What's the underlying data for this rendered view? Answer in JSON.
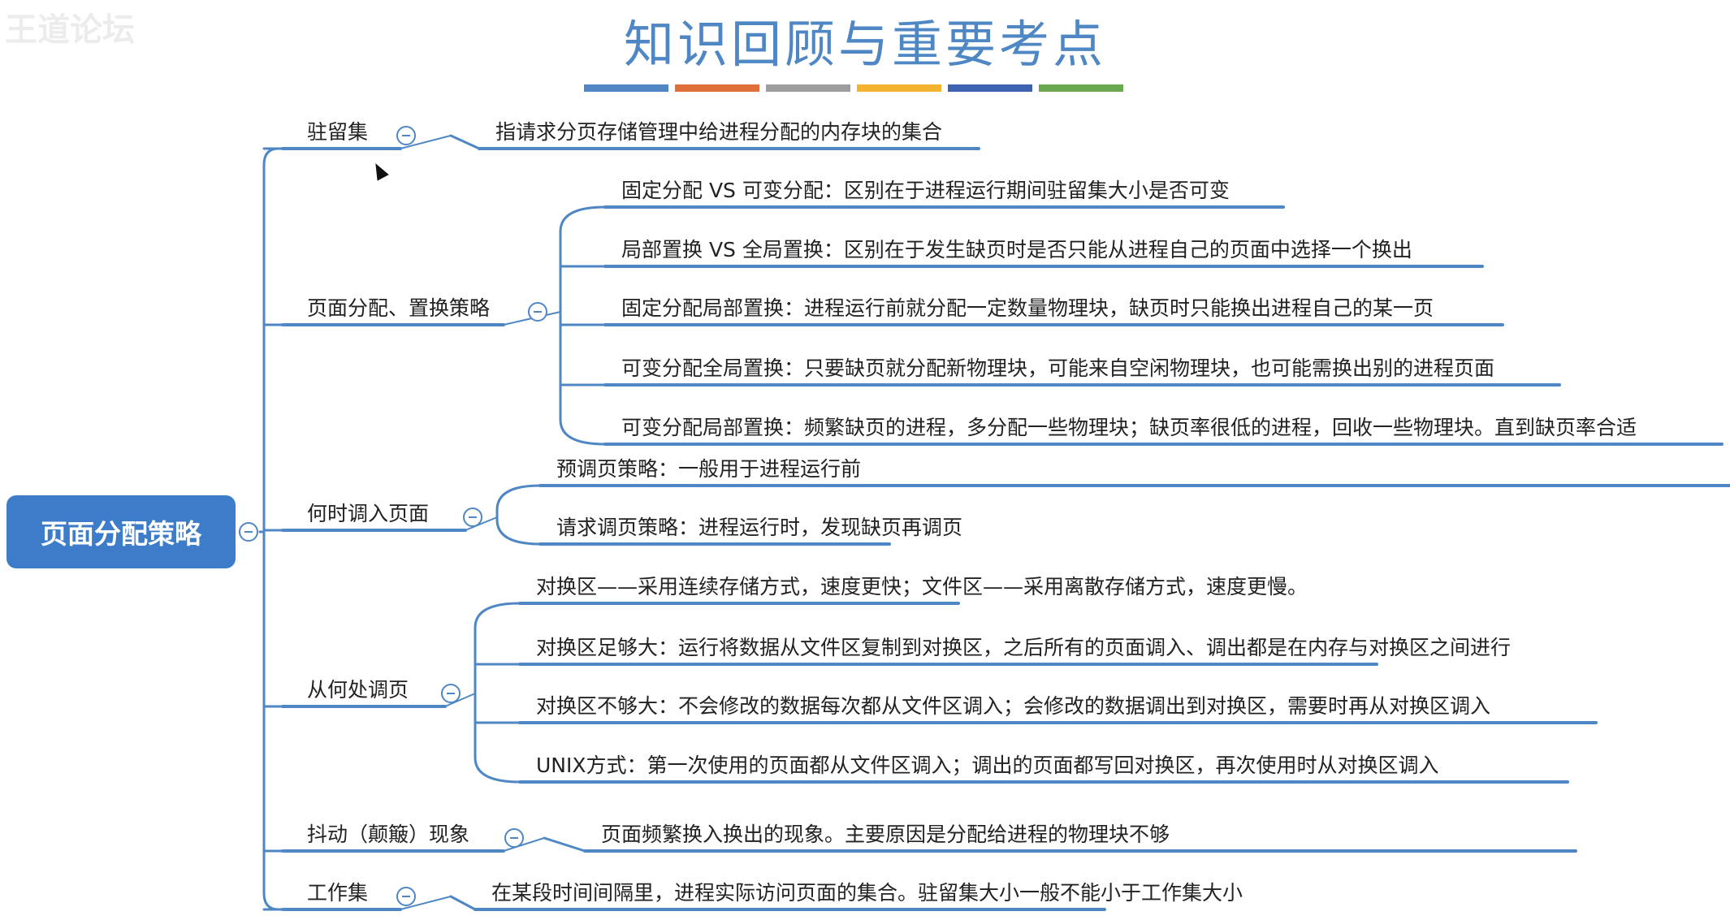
{
  "watermark": "王道论坛",
  "title": "知识回顾与重要考点",
  "title_bar_colors": [
    "#4f87c5",
    "#e0703a",
    "#9e9e9e",
    "#f2b330",
    "#3d63b0",
    "#6aa84f"
  ],
  "root": "页面分配策略",
  "topics": [
    {
      "label": "驻留集",
      "children": [
        "指请求分页存储管理中给进程分配的内存块的集合"
      ]
    },
    {
      "label": "页面分配、置换策略",
      "children": [
        "固定分配 VS 可变分配：区别在于进程运行期间驻留集大小是否可变",
        "局部置换 VS 全局置换：区别在于发生缺页时是否只能从进程自己的页面中选择一个换出",
        "固定分配局部置换：进程运行前就分配一定数量物理块，缺页时只能换出进程自己的某一页",
        "可变分配全局置换：只要缺页就分配新物理块，可能来自空闲物理块，也可能需换出别的进程页面",
        "可变分配局部置换：频繁缺页的进程，多分配一些物理块；缺页率很低的进程，回收一些物理块。直到缺页率合适"
      ]
    },
    {
      "label": "何时调入页面",
      "children": [
        "预调页策略：一般用于进程运行前",
        "请求调页策略：进程运行时，发现缺页再调页"
      ]
    },
    {
      "label": "从何处调页",
      "children": [
        "对换区——采用连续存储方式，速度更快；文件区——采用离散存储方式，速度更慢。",
        "对换区足够大：运行将数据从文件区复制到对换区，之后所有的页面调入、调出都是在内存与对换区之间进行",
        "对换区不够大：不会修改的数据每次都从文件区调入；会修改的数据调出到对换区，需要时再从对换区调入",
        "UNIX方式：第一次使用的页面都从文件区调入；调出的页面都写回对换区，再次使用时从对换区调入"
      ]
    },
    {
      "label": "抖动（颠簸）现象",
      "children": [
        "页面频繁换入换出的现象。主要原因是分配给进程的物理块不够"
      ]
    },
    {
      "label": "工作集",
      "children": [
        "在某段时间间隔里，进程实际访问页面的集合。驻留集大小一般不能小于工作集大小"
      ]
    }
  ]
}
